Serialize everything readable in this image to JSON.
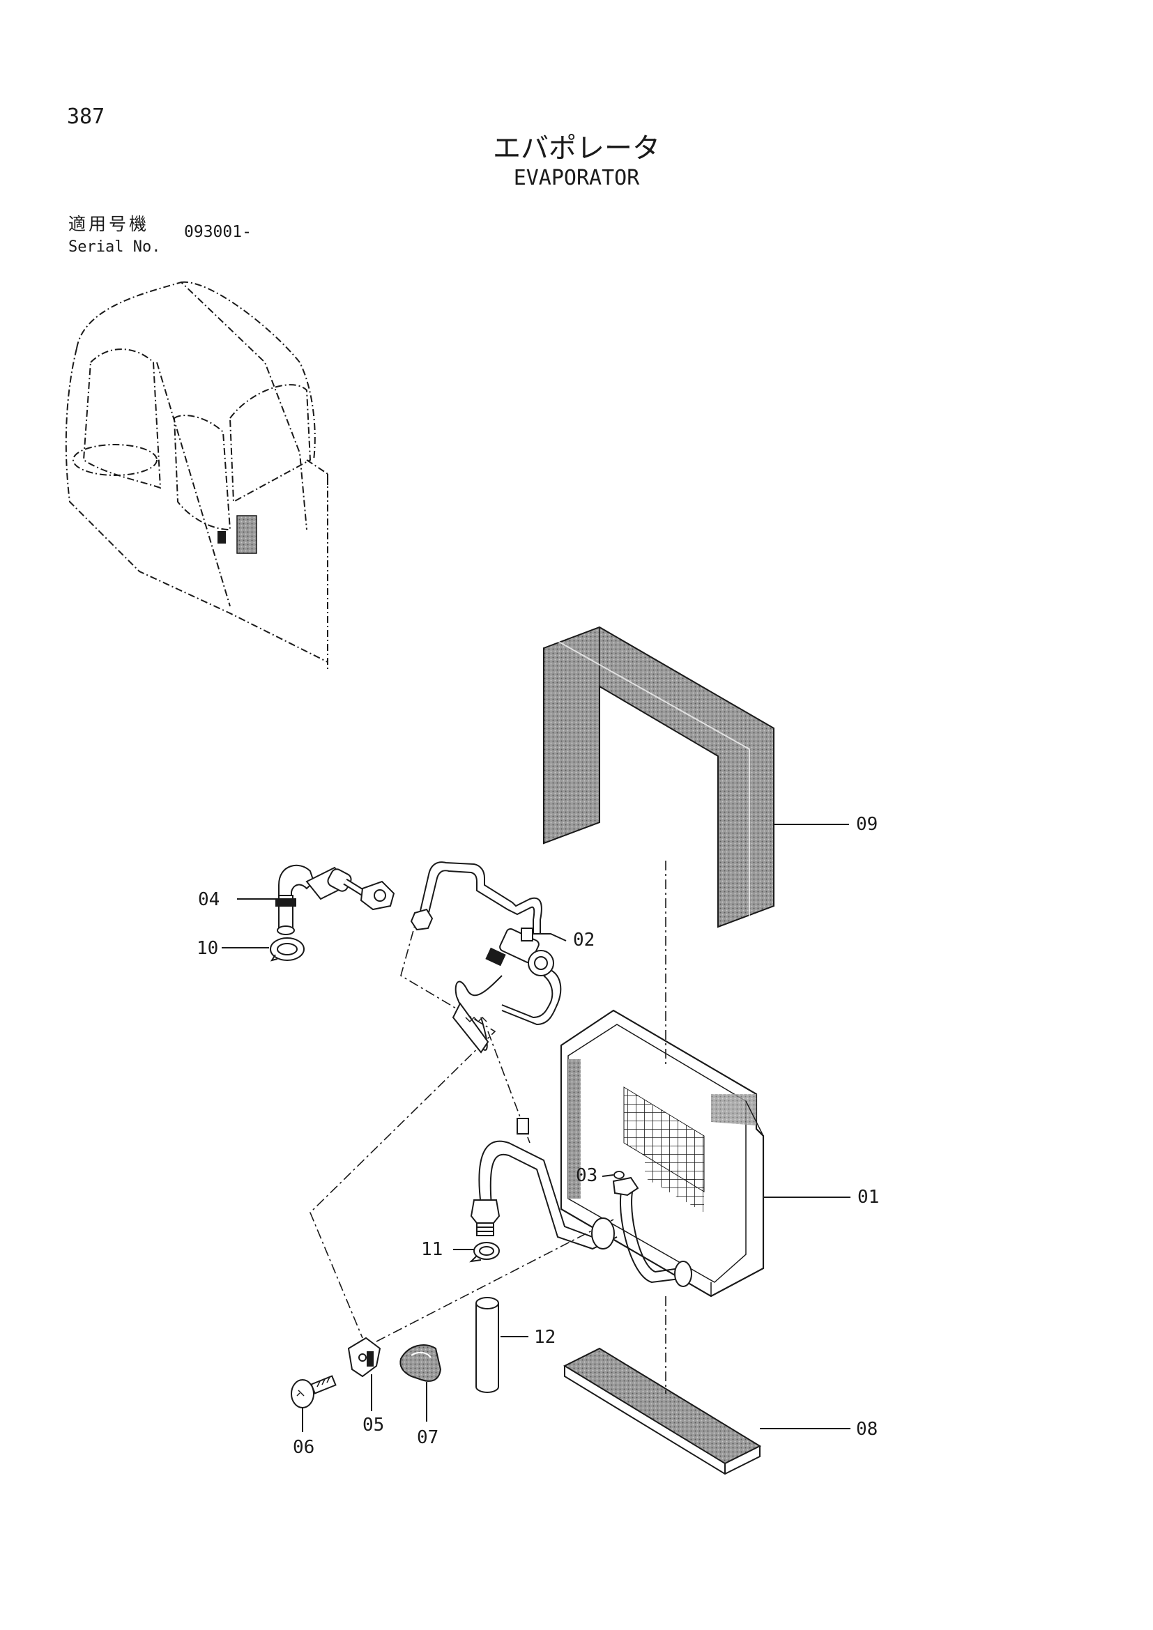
{
  "header": {
    "page_number": "387",
    "title_jp": "エバポレータ",
    "title_en": "EVAPORATOR",
    "serial_label_jp": "適用号機",
    "serial_label_en": "Serial No.",
    "serial_value": "093001-"
  },
  "parts": [
    {
      "id": "01",
      "label": "01"
    },
    {
      "id": "02",
      "label": "02"
    },
    {
      "id": "03",
      "label": "03"
    },
    {
      "id": "04",
      "label": "04"
    },
    {
      "id": "05",
      "label": "05"
    },
    {
      "id": "06",
      "label": "06"
    },
    {
      "id": "07",
      "label": "07"
    },
    {
      "id": "08",
      "label": "08"
    },
    {
      "id": "09",
      "label": "09"
    },
    {
      "id": "10",
      "label": "10"
    },
    {
      "id": "11",
      "label": "11"
    },
    {
      "id": "12",
      "label": "12"
    }
  ],
  "colors": {
    "ink": "#1a1a1a",
    "shade": "#8c8c8c",
    "paper": "#ffffff"
  }
}
